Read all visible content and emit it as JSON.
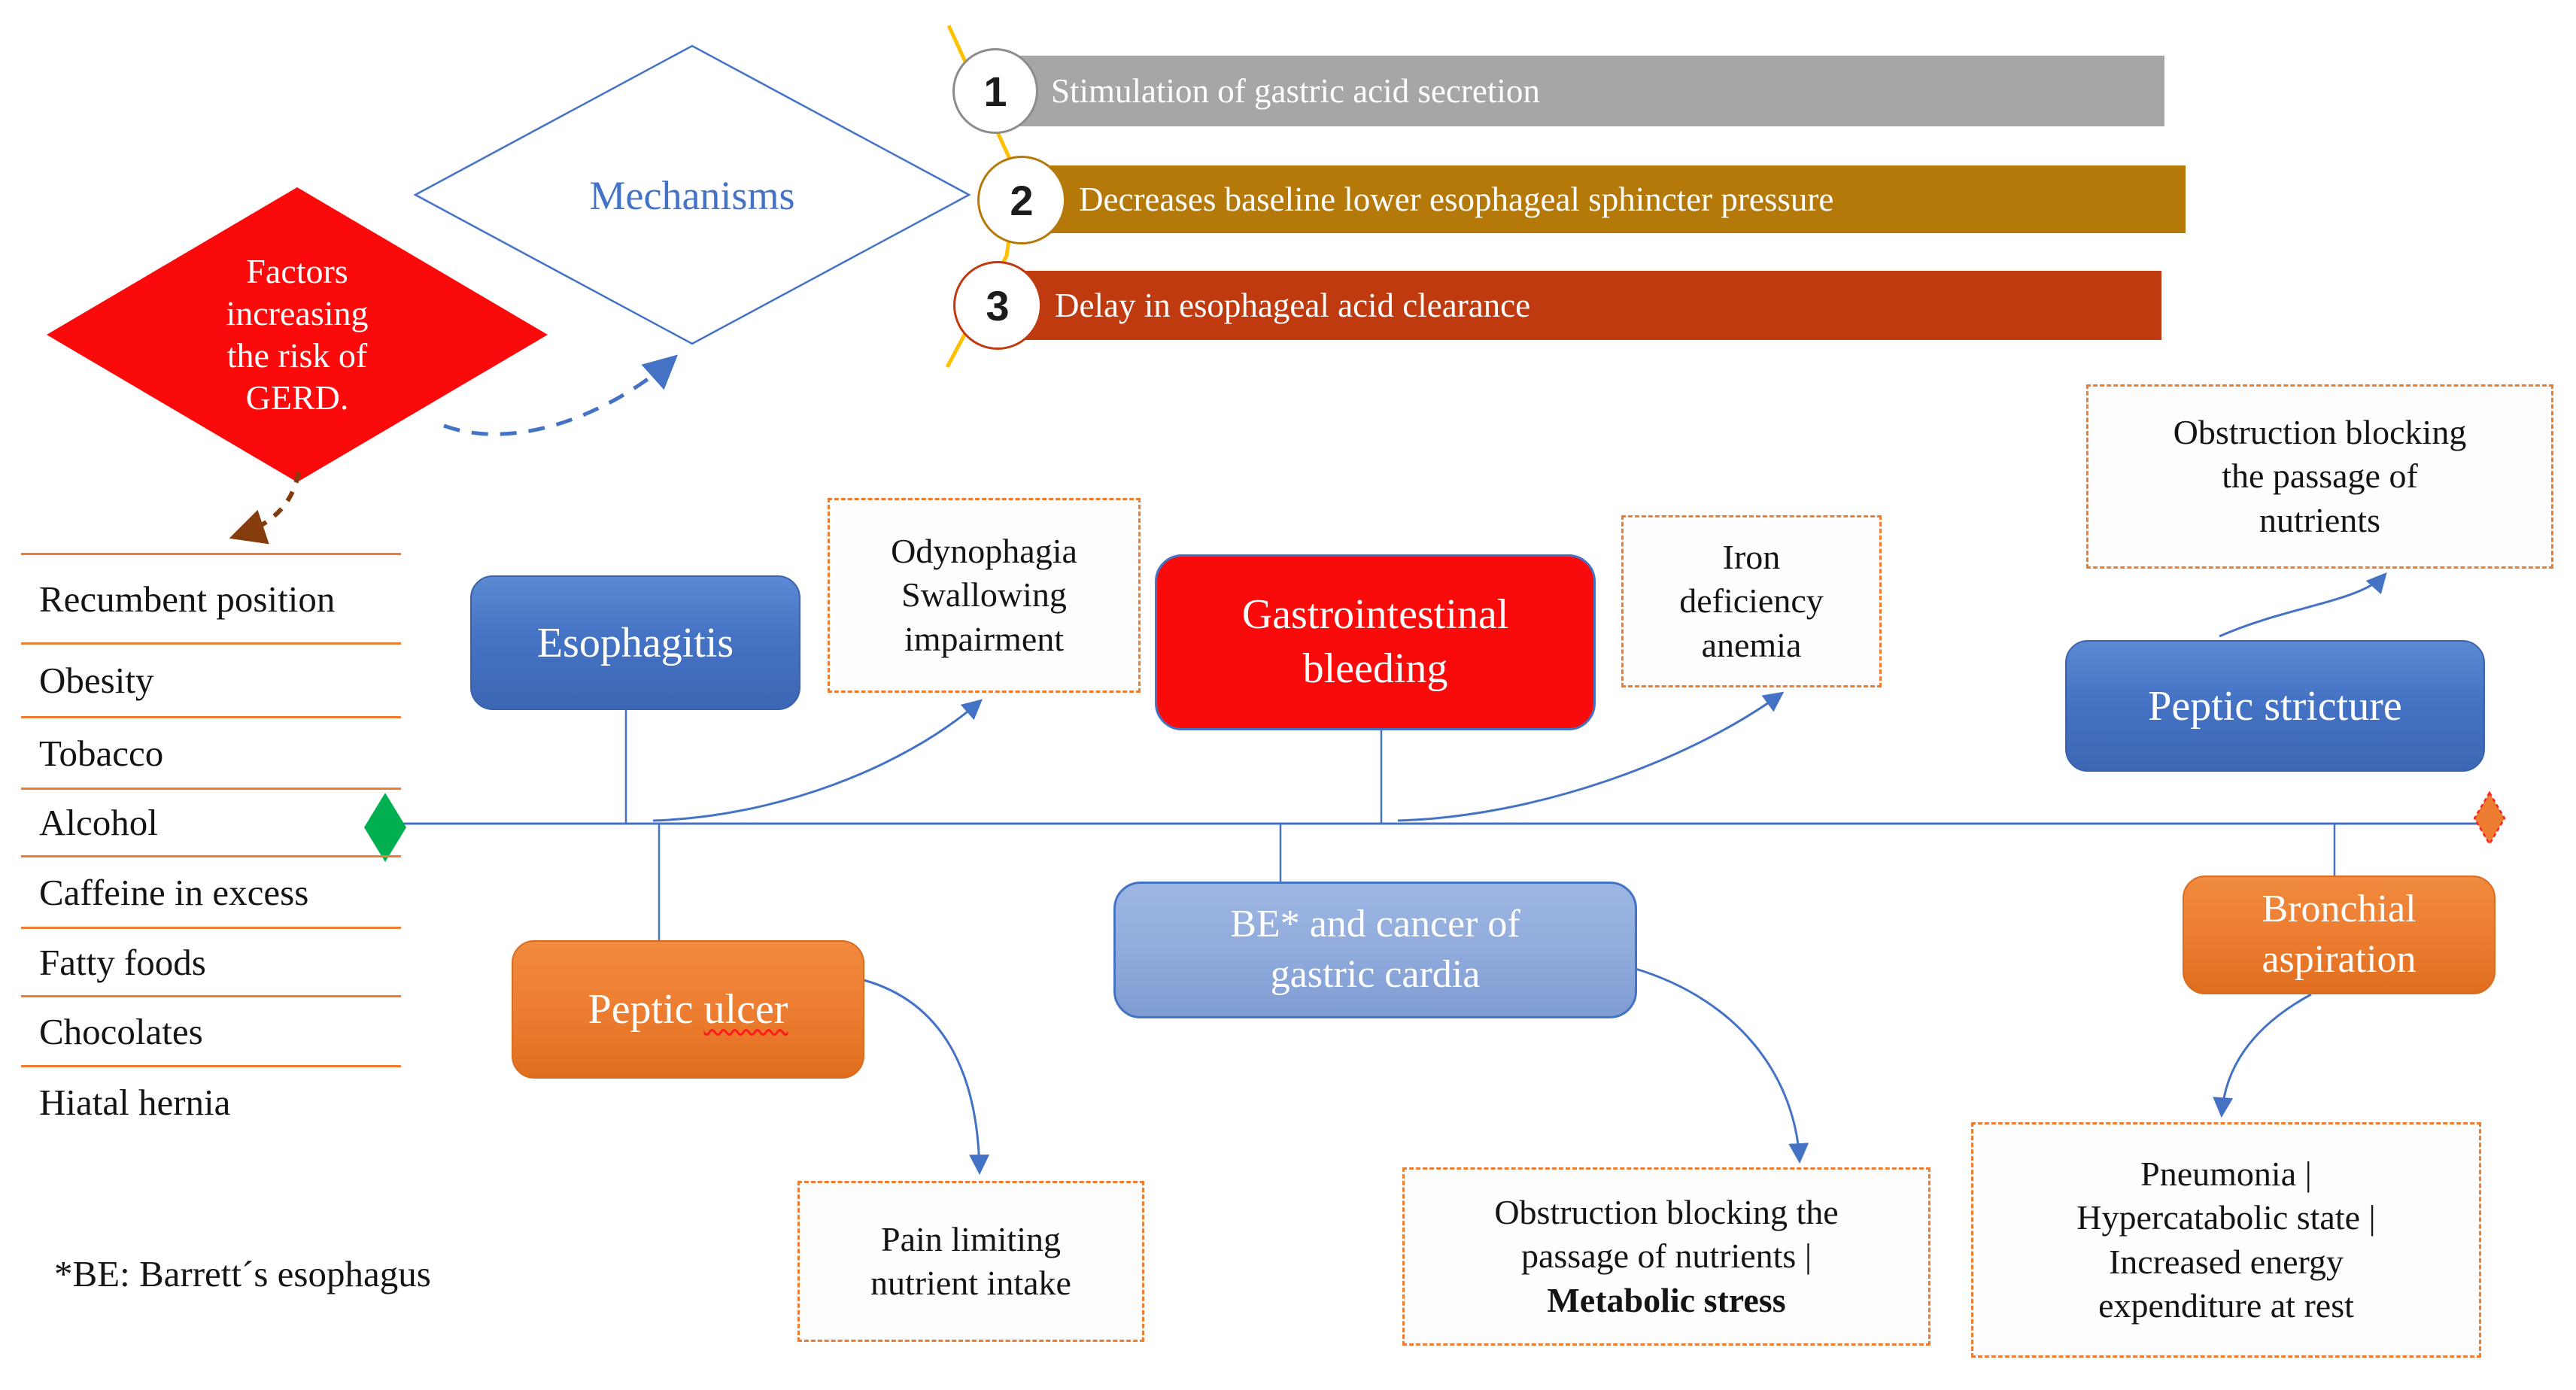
{
  "colors": {
    "accent_blue": "#4472C4",
    "orange": "#ED7D31",
    "red": "#FA0B0B",
    "green_marker": "#00B050",
    "gray_bar": "#A6A6A6",
    "gold_bar": "#B5790A",
    "rust_bar": "#C03A10",
    "yellow_line": "#FFC000",
    "brown_arrow": "#843C0C",
    "light_blue": "#8FAADC"
  },
  "risk_diamond": {
    "lines": [
      "Factors",
      "increasing",
      "the risk of",
      "GERD."
    ]
  },
  "mechanisms_diamond": {
    "label": "Mechanisms"
  },
  "mechanisms": [
    {
      "num": "1",
      "label": "Stimulation of gastric acid secretion"
    },
    {
      "num": "2",
      "label": "Decreases baseline lower esophageal sphincter pressure"
    },
    {
      "num": "3",
      "label": "Delay in esophageal acid clearance"
    }
  ],
  "risk_factors": [
    "Recumbent position",
    "Obesity",
    "Tobacco",
    "Alcohol",
    "Caffeine in excess",
    "Fatty foods",
    "Chocolates",
    "Hiatal hernia"
  ],
  "nodes": {
    "esophagitis": {
      "label": "Esophagitis"
    },
    "gastrointestinal": {
      "lines": [
        "Gastrointestinal",
        "bleeding"
      ]
    },
    "stricture": {
      "label": "Peptic stricture"
    },
    "ulcer": {
      "label_head": "Peptic ",
      "label_tail": "ulcer"
    },
    "be": {
      "lines": [
        "BE* and cancer of",
        "gastric cardia"
      ]
    },
    "bronchial": {
      "lines": [
        "Bronchial",
        "aspiration"
      ]
    }
  },
  "callouts": {
    "odynophagia": {
      "lines": [
        "Odynophagia",
        "Swallowing",
        "impairment"
      ]
    },
    "iron": {
      "lines": [
        "Iron",
        "deficiency",
        "anemia"
      ]
    },
    "obstruction": {
      "lines": [
        "Obstruction blocking",
        "the passage of",
        "nutrients"
      ]
    },
    "pain": {
      "lines": [
        "Pain limiting",
        "nutrient intake"
      ]
    },
    "metabolic": {
      "lines": [
        "Obstruction blocking the",
        "passage of nutrients |"
      ],
      "bold_line": "Metabolic stress"
    },
    "pneumonia": {
      "lines": [
        "Pneumonia |",
        "Hypercatabolic state |",
        "Increased energy",
        "expenditure at rest"
      ]
    }
  },
  "footnote": "*BE: Barrett´s esophagus"
}
